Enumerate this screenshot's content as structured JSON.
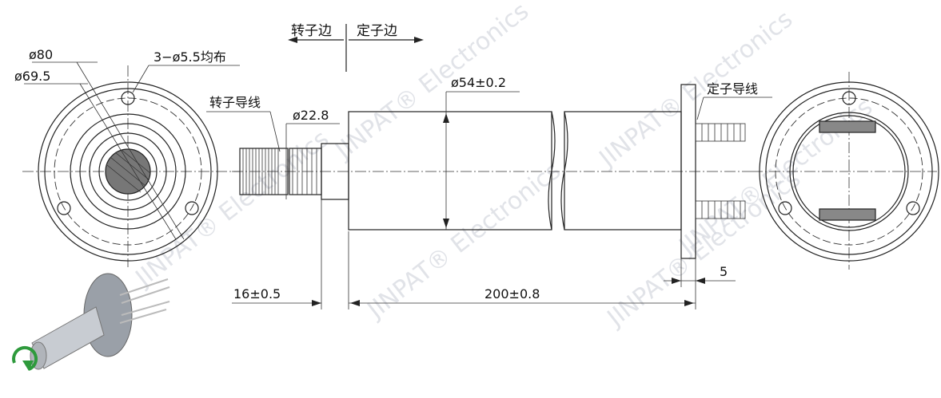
{
  "labels": {
    "dia_outer": "ø80",
    "dia_pcd": "ø69.5",
    "holes": "3−ø5.5均布",
    "rotor_side": "转子边",
    "stator_side": "定子边",
    "rotor_wire": "转子导线",
    "dia_shaft": "ø22.8",
    "dia_body": "ø54±0.2",
    "stator_wire": "定子导线",
    "len_shaft": "16±0.5",
    "len_body": "200±0.8",
    "flange_thk": "5"
  },
  "watermark": "JINPAT® Electronics",
  "colors": {
    "line": "#222222",
    "watermark": "#c9cdd6",
    "arrow": "#2e9a3c"
  }
}
